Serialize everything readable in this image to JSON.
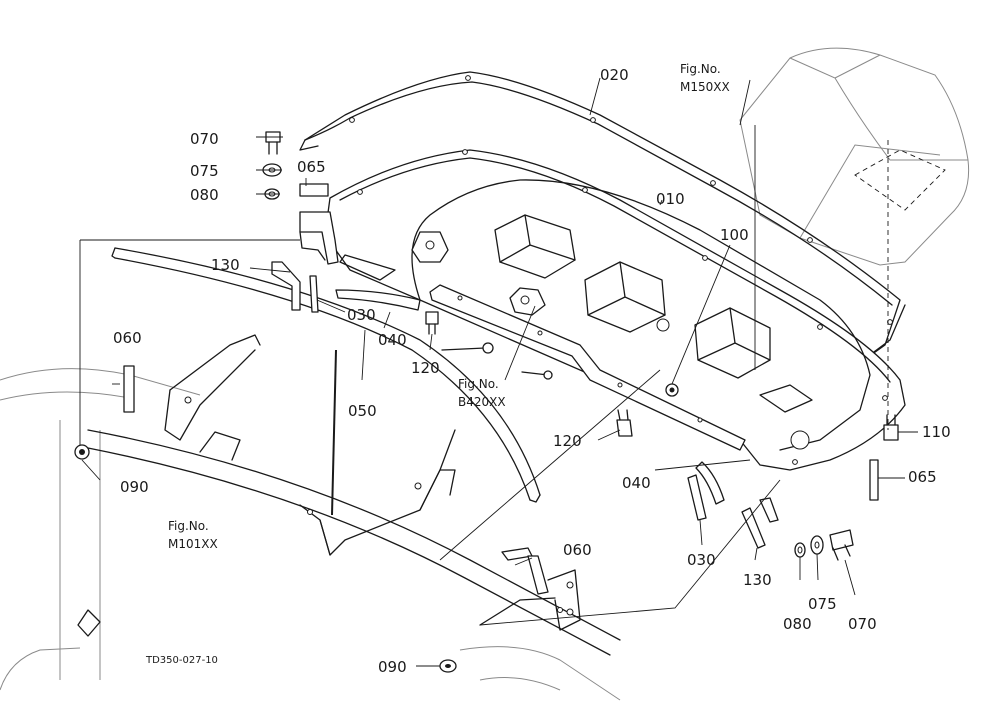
{
  "diagram_code": "TD350-027-10",
  "part_numbers": {
    "p010": "010",
    "p020": "020",
    "p030_a": "030",
    "p030_b": "030",
    "p040_a": "040",
    "p040_b": "040",
    "p050": "050",
    "p060_a": "060",
    "p060_b": "060",
    "p065_a": "065",
    "p065_b": "065",
    "p070_a": "070",
    "p070_b": "070",
    "p075_a": "075",
    "p075_b": "075",
    "p080_a": "080",
    "p080_b": "080",
    "p090_a": "090",
    "p090_b": "090",
    "p100": "100",
    "p110": "110",
    "p120_a": "120",
    "p120_b": "120",
    "p130_a": "130",
    "p130_b": "130"
  },
  "figure_refs": {
    "m150": {
      "line1": "Fig.No.",
      "line2": "M150XX"
    },
    "b420": {
      "line1": "Fig.No.",
      "line2": "B420XX"
    },
    "m101": {
      "line1": "Fig.No.",
      "line2": "M101XX"
    }
  }
}
